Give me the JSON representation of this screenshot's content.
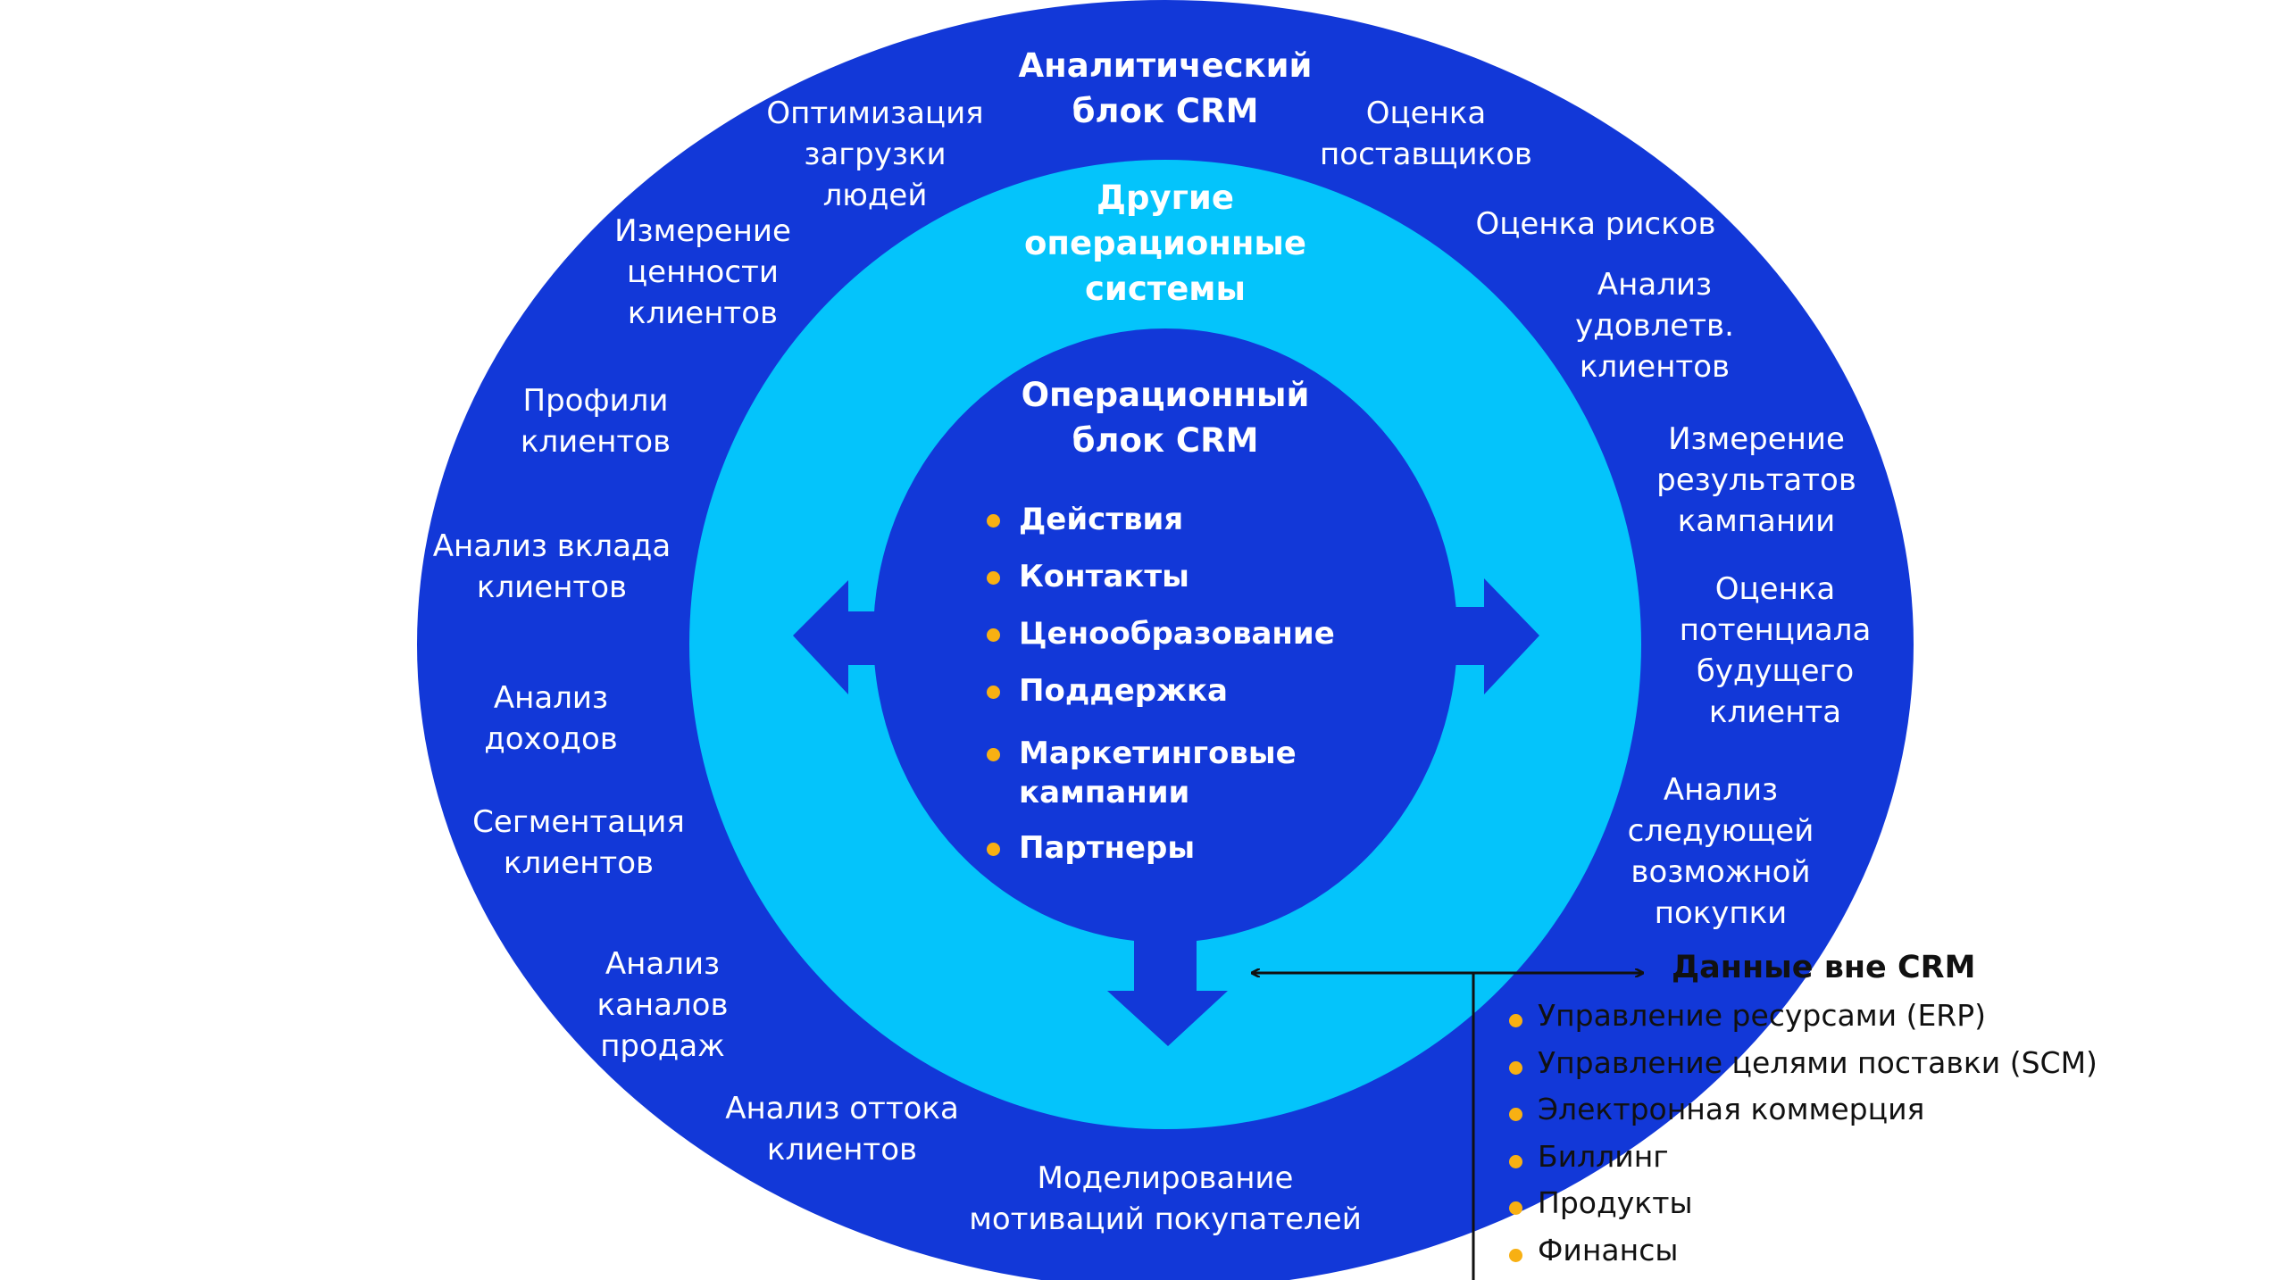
{
  "colors": {
    "outer_ring": "#1238d8",
    "middle_ring": "#04c4fb",
    "inner_core": "#1238d8",
    "bullet": "#f8b012",
    "connector": "#111111"
  },
  "analytical": {
    "title": "Аналитический\nблок CRM",
    "items": [
      "Оптимизация\nзагрузки\nлюдей",
      "Оценка\nпоставщиков",
      "Измерение\nценности\nклиентов",
      "Оценка рисков",
      "Анализ\nудовлетв.\nклиентов",
      "Профили\nклиентов",
      "Измерение\nрезультатов\nкампании",
      "Анализ вклада\nклиентов",
      "Оценка\nпотенциала\nбудущего\nклиента",
      "Анализ\nдоходов",
      "Сегментация\nклиентов",
      "Анализ\nследующей\nвозможной\nпокупки",
      "Анализ\nканалов\nпродаж",
      "Анализ оттока\nклиентов",
      "Моделирование\nмотиваций покупателей"
    ]
  },
  "other_operational": {
    "title": "Другие\nоперационные\nсистемы"
  },
  "operational": {
    "title": "Операционный\nблок CRM",
    "items": [
      "Действия",
      "Контакты",
      "Ценообразование",
      "Поддержка",
      "Маркетинговые\nкампании",
      "Партнеры"
    ]
  },
  "external": {
    "title": "Данные вне CRM",
    "items": [
      "Управление ресурсами (ERP)",
      "Управление целями поставки (SCM)",
      "Электронная коммерция",
      "Биллинг",
      "Продукты",
      "Финансы"
    ]
  }
}
